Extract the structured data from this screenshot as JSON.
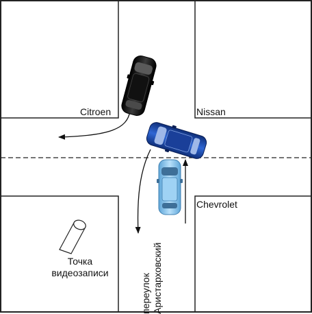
{
  "labels": {
    "citroen": "Citroen",
    "nissan": "Nissan",
    "chevrolet": "Chevrolet",
    "camera_line1": "Точка",
    "camera_line2": "видеозаписи",
    "street_line1": "переулок",
    "street_line2": "Аристарховский"
  },
  "colors": {
    "citroen": "#111111",
    "nissan": "#1f4fb5",
    "chevrolet": "#8fc7ee",
    "road_line": "#222222"
  }
}
